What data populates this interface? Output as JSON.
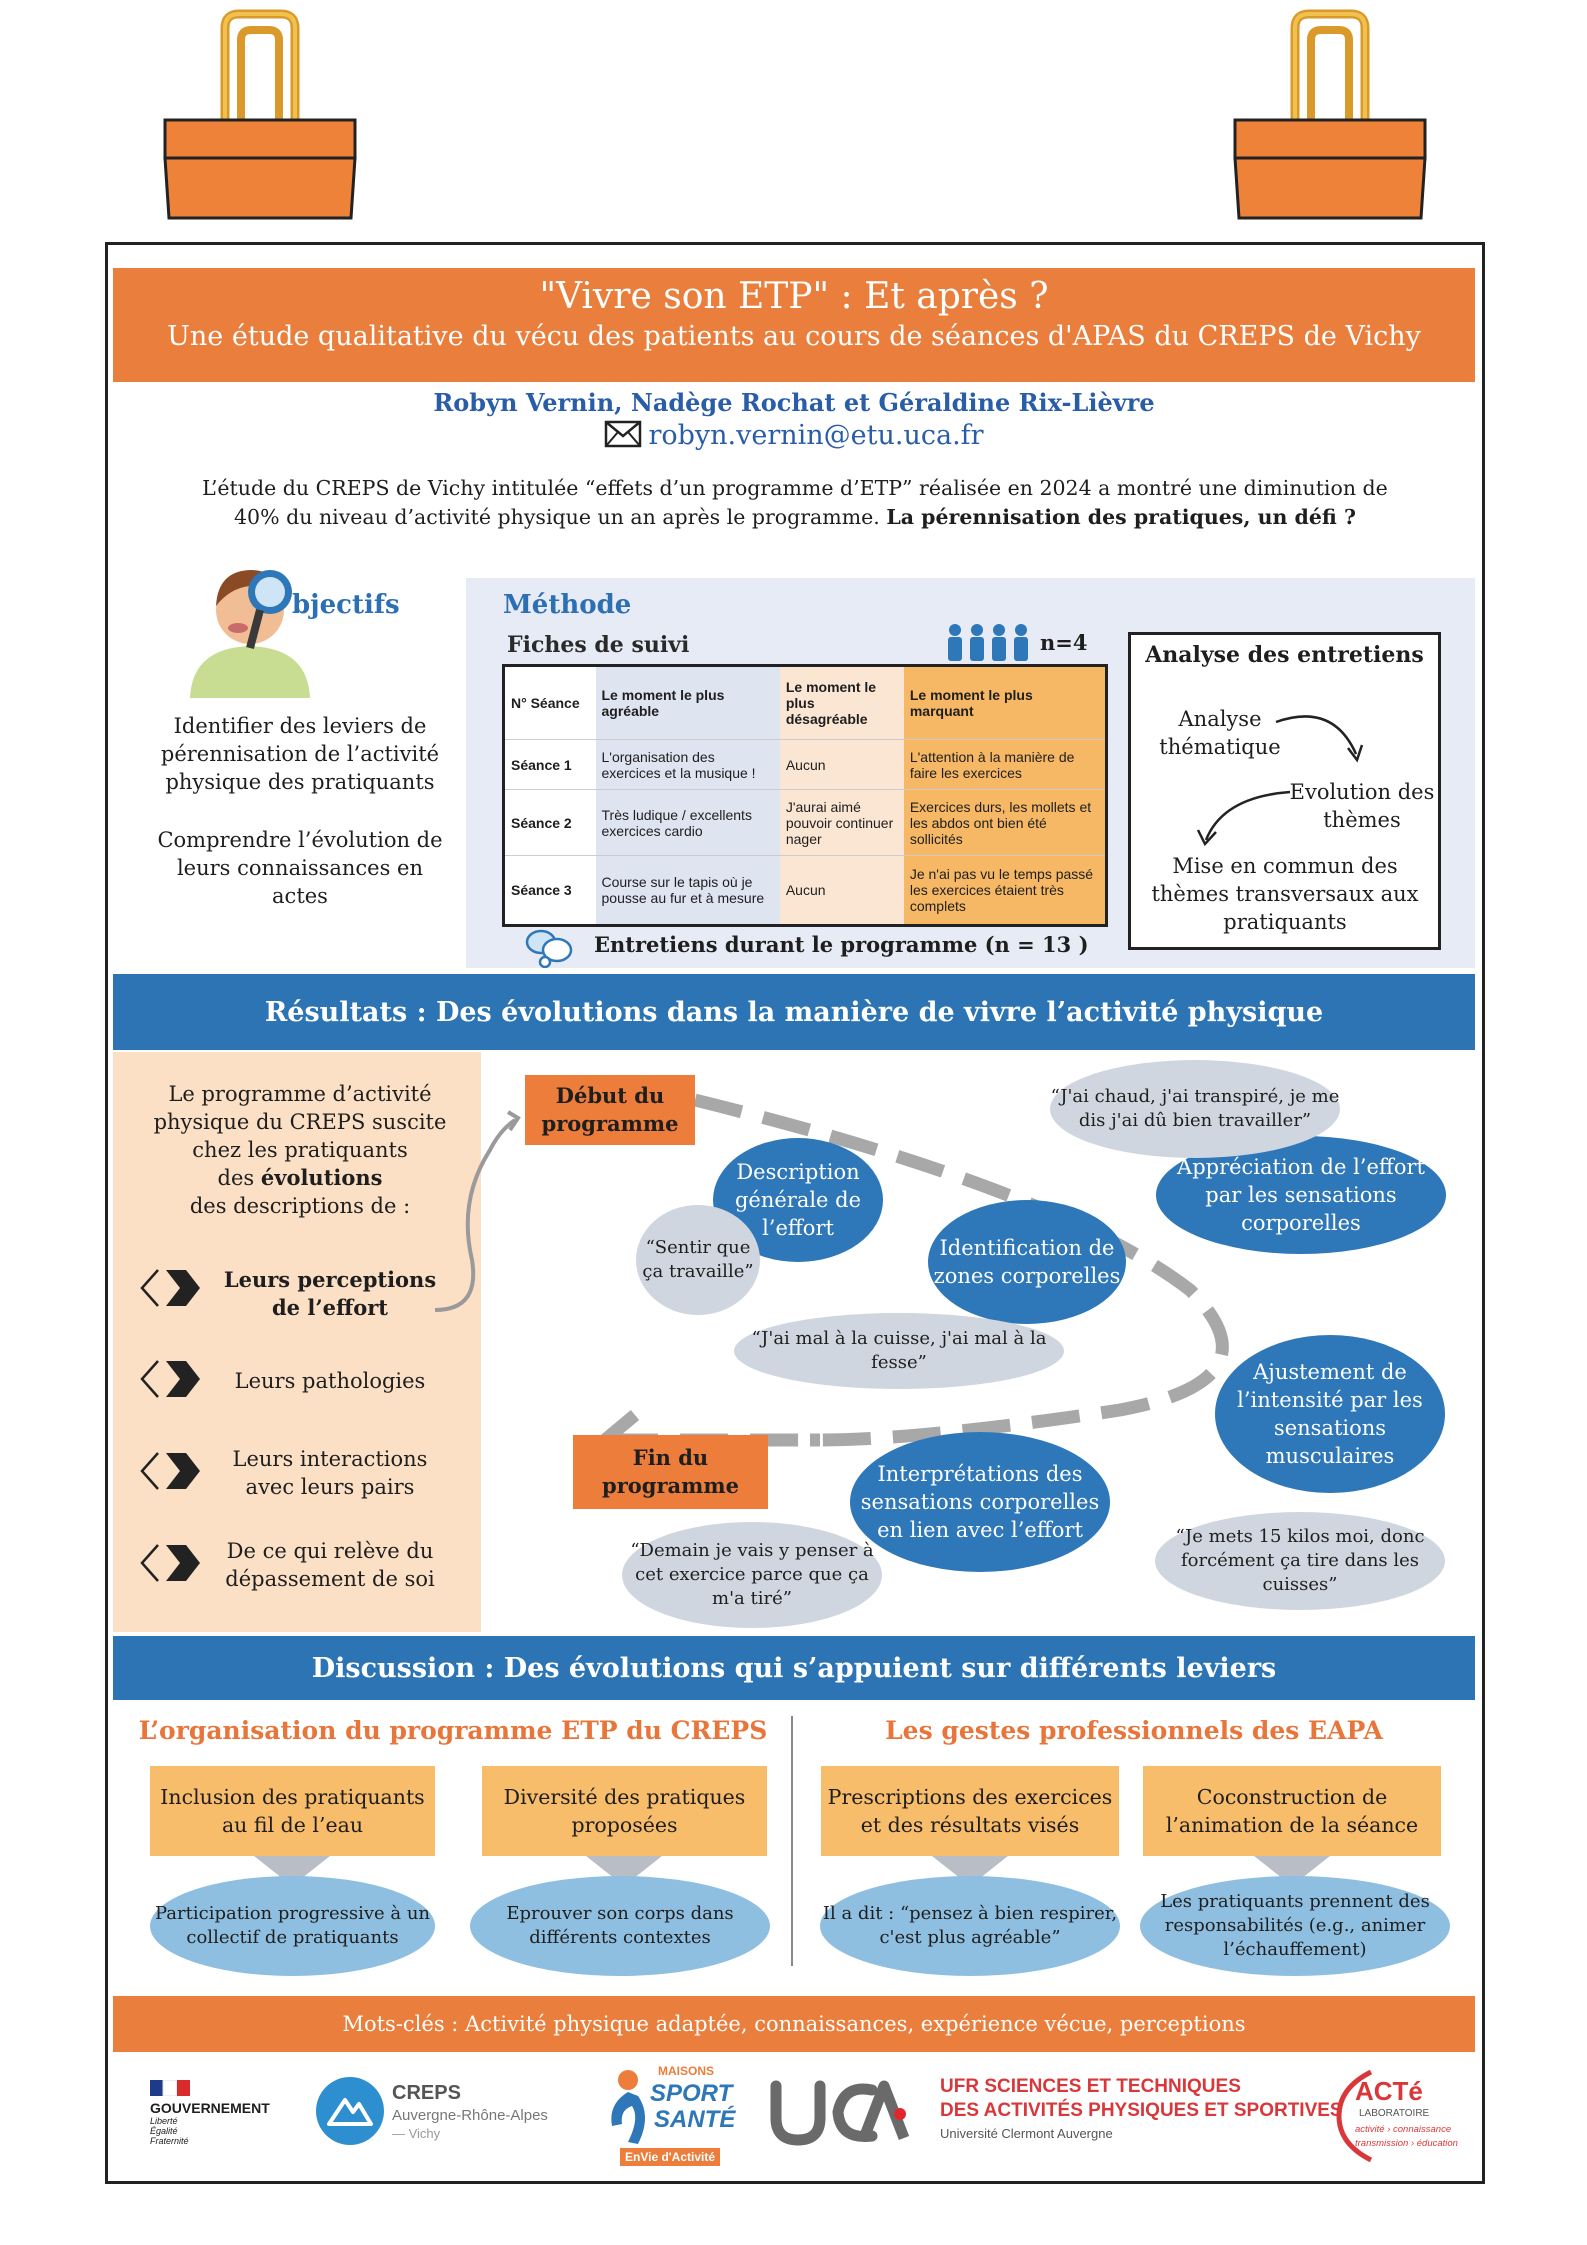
{
  "header": {
    "title": "\"Vivre son ETP\" : Et après ?",
    "subtitle": "Une étude qualitative du vécu des patients au cours de séances d'APAS du CREPS de Vichy",
    "authors": "Robyn Vernin, Nadège Rochat et Géraldine Rix-Lièvre",
    "email": "robyn.vernin@etu.uca.fr",
    "icon": "mail-icon"
  },
  "intro": {
    "text": "L’étude du CREPS de Vichy intitulée “effets d’un programme d’ETP” réalisée en 2024 a montré une diminution de 40% du niveau d’activité physique un an après le programme.",
    "bold": "La pérennisation des pratiques, un défi ?"
  },
  "objectifs": {
    "title": "bjectifs",
    "items": [
      "Identifier des leviers de pérennisation de l’activité physique des pratiquants",
      "Comprendre l’évolution de leurs connaissances en actes"
    ]
  },
  "methode": {
    "title": "Méthode",
    "fiches_title": "Fiches de suivi",
    "n_label": "n=4",
    "table": {
      "headers": [
        "N° Séance",
        "Le moment le plus agréable",
        "Le moment le plus désagréable",
        "Le moment le plus marquant"
      ],
      "rows": [
        [
          "Séance 1",
          "L'organisation des exercices et la musique !",
          "Aucun",
          "L'attention à la manière de faire les exercices"
        ],
        [
          "Séance 2",
          "Très ludique / excellents exercices cardio",
          "J'aurai aimé pouvoir continuer nager",
          "Exercices durs, les mollets et les abdos ont bien été sollicités"
        ],
        [
          "Séance 3",
          "Course sur le tapis où je pousse au fur et à mesure",
          "Aucun",
          "Je n'ai pas vu le temps passé les exercices étaient très complets"
        ]
      ]
    },
    "entretiens": "Entretiens durant le programme (n = 13 )",
    "analyse": {
      "title": "Analyse des entretiens",
      "step1": "Analyse thématique",
      "step2": "Evolution des thèmes",
      "step3": "Mise en commun des thèmes transversaux aux pratiquants"
    }
  },
  "resultats": {
    "title": "Résultats : Des évolutions dans la manière de vivre l’activité physique",
    "intro_lines": [
      "Le programme d’activité",
      "physique du CREPS suscite",
      "chez les pratiquants",
      "des",
      "évolutions",
      "des descriptions de :"
    ],
    "list": [
      "Leurs perceptions de l’effort",
      "Leurs pathologies",
      "Leurs interactions avec leurs pairs",
      "De ce qui relève du dépassement de soi"
    ],
    "start": "Début du programme",
    "end": "Fin du programme",
    "dark_bubbles": [
      "Description générale de l’effort",
      "Identification de zones corporelles",
      "Appréciation de l’effort par les sensations corporelles",
      "Ajustement de l’intensité par les sensations musculaires",
      "Interprétations des sensations corporelles en lien avec l’effort"
    ],
    "quotes": [
      "“J'ai chaud, j'ai transpiré, je me dis j'ai dû bien travailler”",
      "“Sentir que ça travaille”",
      "“J'ai mal à la cuisse, j'ai mal à la fesse”",
      "“Je mets 15 kilos moi, donc forcément ça tire dans les cuisses”",
      "“Demain je vais y penser à cet exercice parce que ça m'a tiré”"
    ]
  },
  "discussion": {
    "title": "Discussion : Des évolutions qui s’appuient sur différents leviers",
    "left_title": "L’organisation du programme ETP du CREPS",
    "right_title": "Les gestes professionnels des EAPA",
    "levers": [
      {
        "box": "Inclusion des pratiquants au fil de l’eau",
        "bubble": "Participation progressive à un collectif de pratiquants"
      },
      {
        "box": "Diversité des pratiques proposées",
        "bubble": "Eprouver son corps dans différents contextes"
      },
      {
        "box": "Prescriptions des exercices et des résultats visés",
        "bubble": "Il a dit : “pensez à bien respirer, c'est plus agréable”"
      },
      {
        "box": "Coconstruction de l’animation de la séance",
        "bubble": "Les pratiquants prennent des responsabilités (e.g., animer l’échauffement)"
      }
    ]
  },
  "keywords": "Mots-clés : Activité physique adaptée, connaissances, expérience vécue, perceptions",
  "logos": {
    "gouv": "GOUVERNEMENT",
    "gouv_motto": [
      "Liberté",
      "Égalité",
      "Fraternité"
    ],
    "creps_name": "CREPS",
    "creps_region": "Auvergne-Rhône-Alpes",
    "creps_city": "— Vichy",
    "mss_top": "MAISONS",
    "mss_mid1": "SPORT",
    "mss_mid2": "SANTÉ",
    "mss_bottom": "EnVie d'Activité",
    "uca": "uca",
    "ufr_line1": "UFR SCIENCES ET TECHNIQUES",
    "ufr_line2": "DES ACTIVITÉS PHYSIQUES ET SPORTIVES",
    "ufr_line3": "Université Clermont Auvergne",
    "acte_name": "ACTé",
    "acte_sub": "LABORATOIRE",
    "acte_tag1": "activité › connaissance",
    "acte_tag2": "transmission › éducation"
  },
  "colors": {
    "orange": "#ea7e3c",
    "blue_band": "#2c74b4",
    "dark_bubble": "#2e77b8",
    "light_bubble": "#8fbfe0",
    "grey_bubble": "#cfd6df",
    "peach": "#fbe0c6",
    "lever": "#f8bd6b",
    "section_blue": "#2d6fb3"
  }
}
